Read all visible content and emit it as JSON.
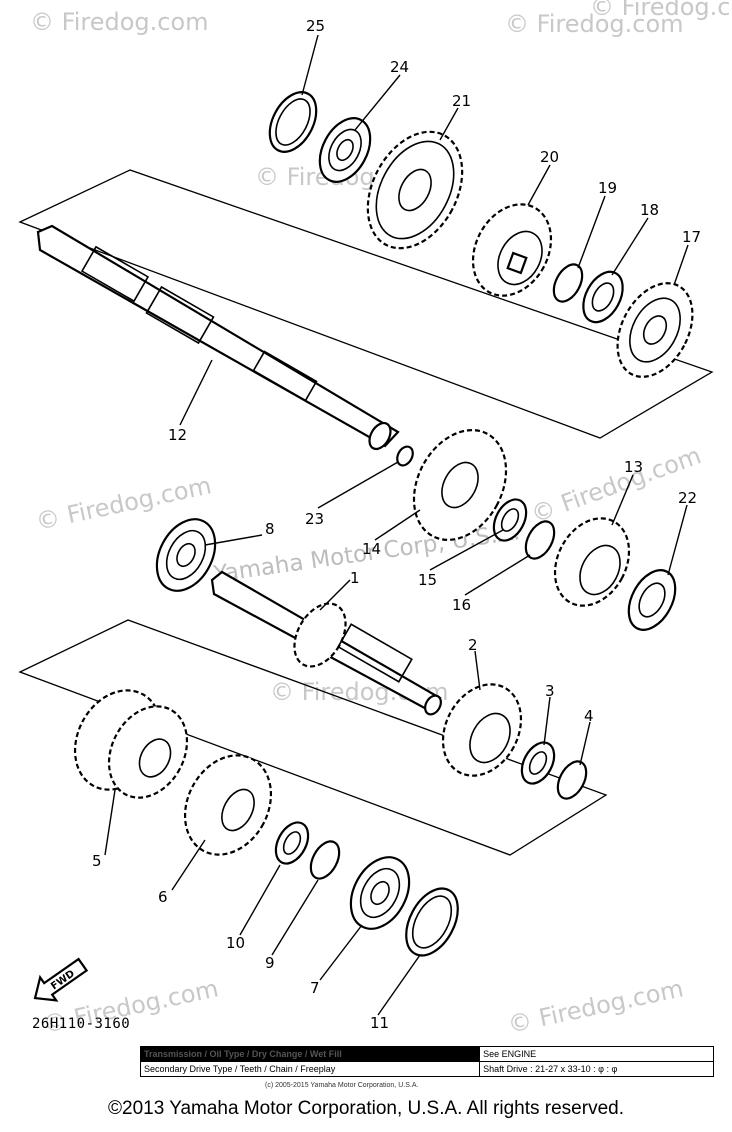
{
  "watermarks": [
    "© Firedog.com",
    "© Firedog.com",
    "© Firedog.com",
    "© Firedog.com",
    "© Firedog.com",
    "© Firedog.com",
    "© Firedog.com",
    "© Firedog.com",
    "© Firedog.com"
  ],
  "yamaha_watermark": "Yamaha Motor Corp, U.S.A.",
  "callouts": {
    "c1": "1",
    "c2": "2",
    "c3": "3",
    "c4": "4",
    "c5": "5",
    "c6": "6",
    "c7": "7",
    "c8": "8",
    "c9": "9",
    "c10": "10",
    "c11": "11",
    "c12": "12",
    "c13": "13",
    "c14": "14",
    "c15": "15",
    "c16": "16",
    "c17": "17",
    "c18": "18",
    "c19": "19",
    "c20": "20",
    "c21": "21",
    "c22": "22",
    "c23": "23",
    "c24": "24",
    "c25": "25"
  },
  "fwd_label": "FWD",
  "drawing_number": "26H110-3160",
  "info_table": {
    "row1_left": "Transmission / Oil Type / Dry Change / Wet Fill",
    "row1_right": "See ENGINE",
    "row2_left": "Secondary Drive Type / Teeth / Chain / Freeplay",
    "row2_right": "Shaft Drive : 21-27 x 33-10 : φ : φ"
  },
  "sub_copyright": "(c) 2005-2015 Yamaha Motor Corporation, U.S.A.",
  "footer": "©2013 Yamaha Motor Corporation, U.S.A. All rights reserved."
}
